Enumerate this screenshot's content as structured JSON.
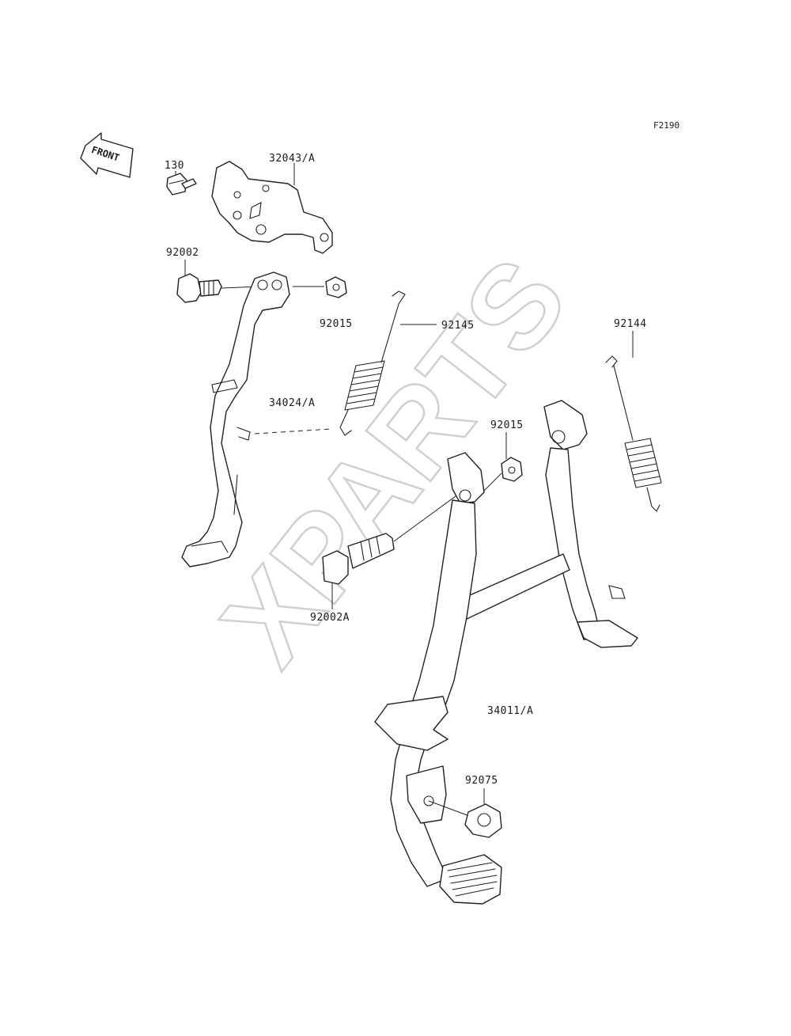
{
  "figure": {
    "code": "F2190",
    "front_arrow_label": "FRONT",
    "watermark": "XPARTS"
  },
  "parts": [
    {
      "id": "p130",
      "number": "130"
    },
    {
      "id": "p32043a",
      "number": "32043/A"
    },
    {
      "id": "p92002",
      "number": "92002"
    },
    {
      "id": "p92015a",
      "number": "92015"
    },
    {
      "id": "p92145",
      "number": "92145"
    },
    {
      "id": "p92144",
      "number": "92144"
    },
    {
      "id": "p34024a",
      "number": "34024/A"
    },
    {
      "id": "p92015b",
      "number": "92015"
    },
    {
      "id": "p92002a",
      "number": "92002A"
    },
    {
      "id": "p34011a",
      "number": "34011/A"
    },
    {
      "id": "p92075",
      "number": "92075"
    }
  ]
}
